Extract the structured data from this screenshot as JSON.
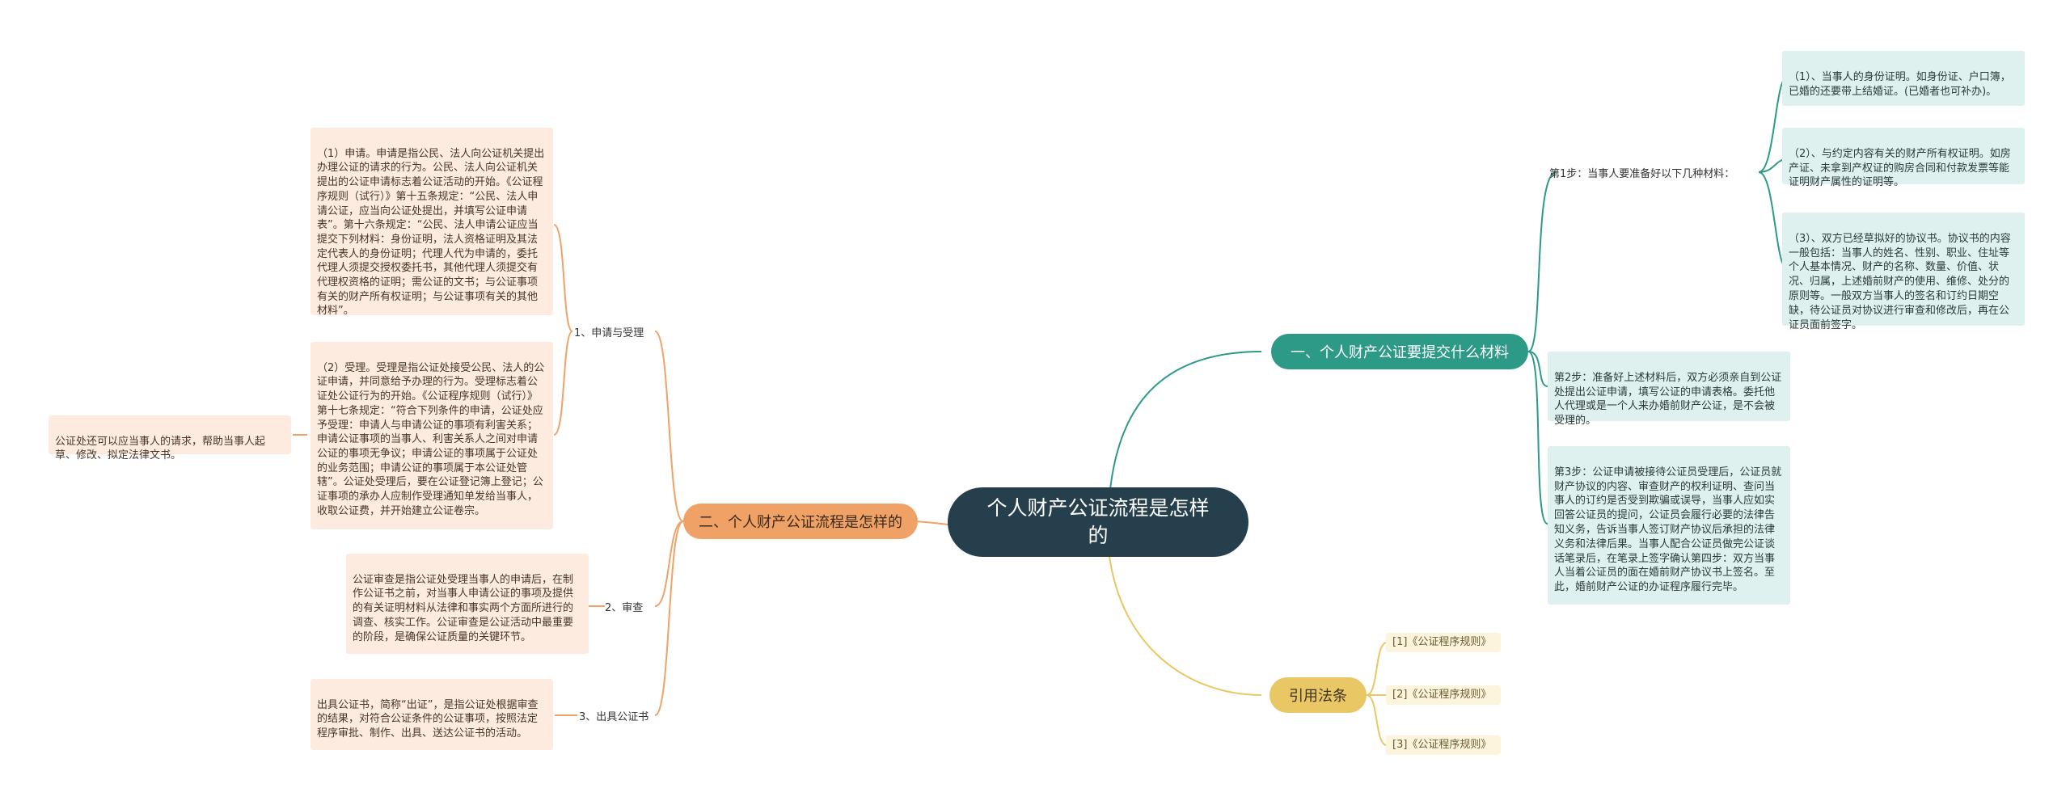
{
  "root": {
    "label": "个人财产公证流程是怎样的"
  },
  "branch1": {
    "label": "一、个人财产公证要提交什么材料",
    "step1": {
      "label": "第1步：当事人要准备好以下几种材料：",
      "items": [
        "（1）、当事人的身份证明。如身份证、户口簿，已婚的还要带上结婚证。(已婚者也可补办)。",
        "（2）、与约定内容有关的财产所有权证明。如房产证、未拿到产权证的购房合同和付款发票等能证明财产属性的证明等。",
        "（3）、双方已经草拟好的协议书。协议书的内容一般包括：当事人的姓名、性别、职业、住址等个人基本情况、财产的名称、数量、价值、状况、归属，上述婚前财产的使用、维修、处分的原则等。一般双方当事人的签名和订约日期空缺，待公证员对协议进行审查和修改后，再在公证员面前签字。"
      ]
    },
    "step2": "第2步：准备好上述材料后，双方必须亲自到公证处提出公证申请，填写公证的申请表格。委托他人代理或是一个人来办婚前财产公证，是不会被受理的。",
    "step3": "第3步：公证申请被接待公证员受理后，公证员就财产协议的内容、审查财产的权利证明、查问当事人的订约是否受到欺骗或误导，当事人应如实回答公证员的提问，公证员会履行必要的法律告知义务，告诉当事人签订财产协议后承担的法律义务和法律后果。当事人配合公证员做完公证谈话笔录后，在笔录上签字确认第四步：双方当事人当着公证员的面在婚前财产协议书上签名。至此，婚前财产公证的办证程序履行完毕。"
  },
  "branch2": {
    "label": "二、个人财产公证流程是怎样的",
    "sub1": {
      "label": "1、申请与受理",
      "p1": "（1）申请。申请是指公民、法人向公证机关提出办理公证的请求的行为。公民、法人向公证机关提出的公证申请标志着公证活动的开始。《公证程序规则（试行）》第十五条规定：“公民、法人申请公证，应当向公证处提出，并填写公证申请表”。第十六条规定：“公民、法人申请公证应当提交下列材料：身份证明，法人资格证明及其法定代表人的身份证明；代理人代为申请的，委托代理人须提交授权委托书，其他代理人须提交有代理权资格的证明；需公证的文书；与公证事项有关的财产所有权证明；与公证事项有关的其他材料”。",
      "p2": "（2）受理。受理是指公证处接受公民、法人的公证申请，并同意给予办理的行为。受理标志着公证处公证行为的开始。《公证程序规则（试行）》第十七条规定：“符合下列条件的申请，公证处应予受理：申请人与申请公证的事项有利害关系；申请公证事项的当事人、利害关系人之间对申请公证的事项无争议；申请公证的事项属于公证处的业务范围；申请公证的事项属于本公证处管辖”。公证处受理后，要在公证登记簿上登记；公证事项的承办人应制作受理通知单发给当事人，收取公证费，并开始建立公证卷宗。",
      "note": "公证处还可以应当事人的请求，帮助当事人起草、修改、拟定法律文书。"
    },
    "sub2": {
      "label": "2、审查",
      "text": "公证审查是指公证处受理当事人的申请后，在制作公证书之前，对当事人申请公证的事项及提供的有关证明材料从法律和事实两个方面所进行的调查、核实工作。公证审查是公证活动中最重要的阶段，是确保公证质量的关键环节。"
    },
    "sub3": {
      "label": "3、出具公证书",
      "text": "出具公证书，简称“出证”，是指公证处根据审查的结果，对符合公证条件的公证事项，按照法定程序审批、制作、出具、送达公证书的活动。"
    }
  },
  "branch3": {
    "label": "引用法条",
    "items": [
      "[1]《公证程序规则》",
      "[2]《公证程序规则》",
      "[3]《公证程序规则》"
    ]
  },
  "colors": {
    "root": "#263f4d",
    "teal": "#2d9a88",
    "orange": "#f0a266",
    "yellow": "#e9c765"
  }
}
